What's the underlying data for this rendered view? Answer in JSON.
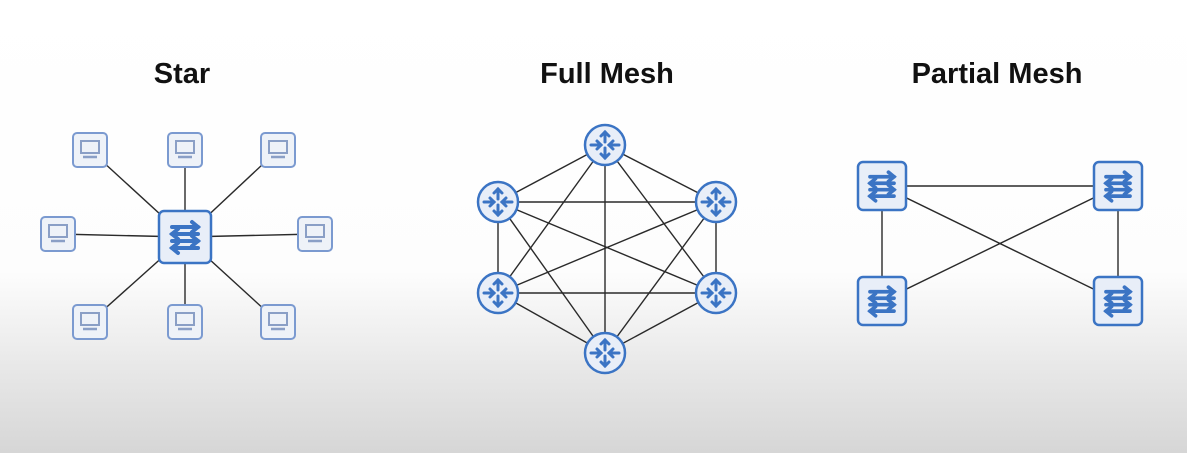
{
  "diagrams": [
    {
      "title": "Star",
      "center": "switch",
      "leaf_count": 8,
      "leaf_type": "computer"
    },
    {
      "title": "Full Mesh",
      "node_type": "router",
      "node_count": 6
    },
    {
      "title": "Partial Mesh",
      "node_type": "switch",
      "nodes": [
        "top-left",
        "top-right",
        "bottom-left",
        "bottom-right"
      ],
      "links": [
        [
          "top-left",
          "top-right"
        ],
        [
          "top-left",
          "bottom-left"
        ],
        [
          "top-right",
          "bottom-right"
        ],
        [
          "top-left",
          "bottom-right"
        ],
        [
          "top-right",
          "bottom-left"
        ]
      ]
    }
  ],
  "colors": {
    "icon": "#3b74c4",
    "fill": "#e8eef8",
    "line": "#2a2a2a"
  }
}
